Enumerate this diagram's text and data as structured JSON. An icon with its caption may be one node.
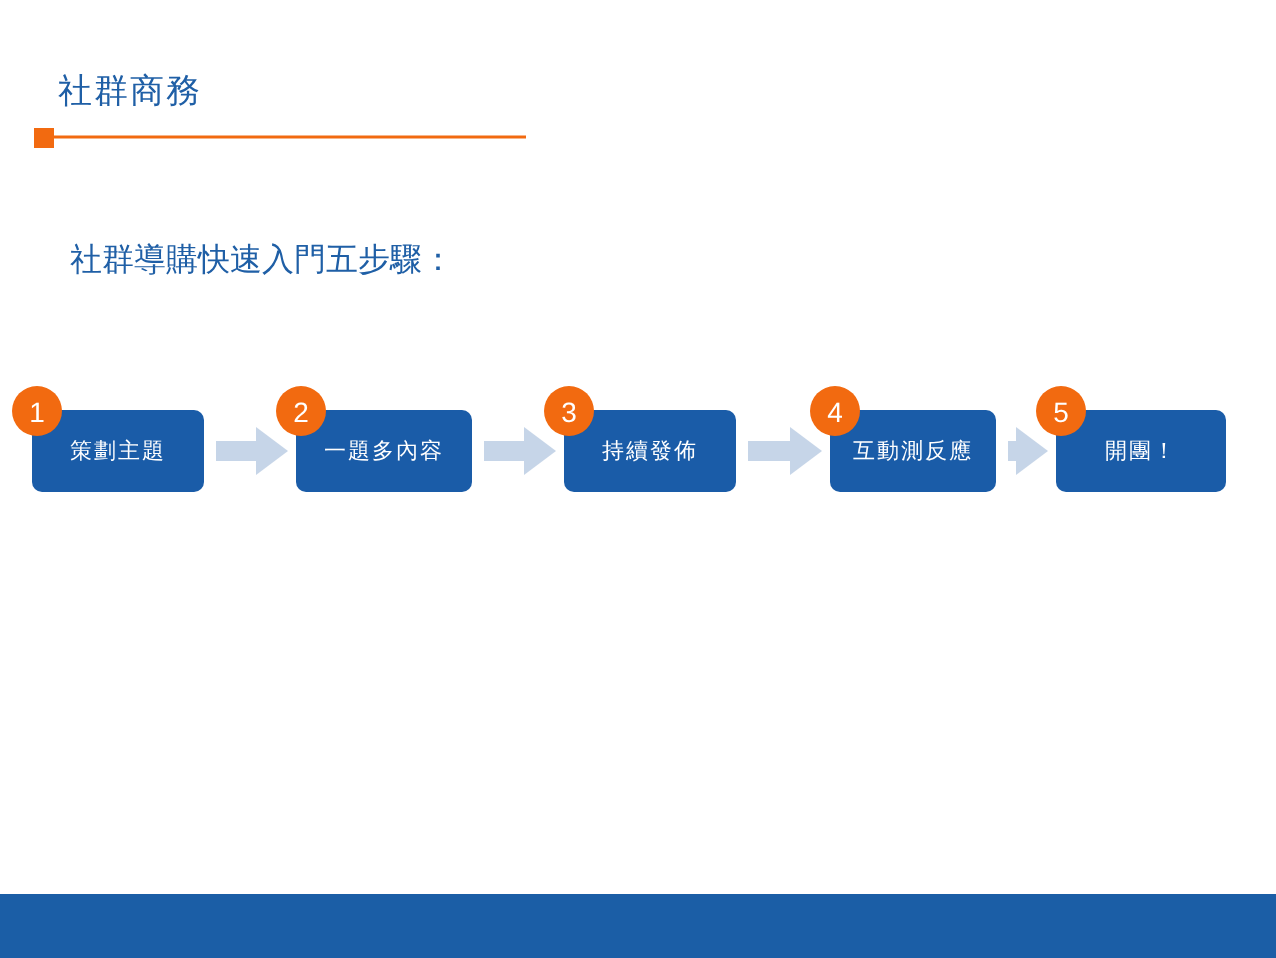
{
  "diagram": {
    "title": "社群商務",
    "nodes": [
      {
        "text": [
          "1"
        ]
      },
      {
        "text": [
          "策劃主題"
        ]
      },
      {
        "text": [
          "2"
        ]
      },
      {
        "text": [
          "一題多內容"
        ]
      },
      {
        "text": [
          "3"
        ]
      },
      {
        "text": [
          "持續發佈"
        ]
      },
      {
        "text": [
          "4"
        ]
      },
      {
        "text": [
          "互動測反應"
        ]
      },
      {
        "text": [
          "5"
        ]
      },
      {
        "text": [
          "開團！"
        ]
      }
    ],
    "edges": [
      {
        "from": 1,
        "to": 3,
        "arrow": "to"
      },
      {
        "from": 3,
        "to": 5,
        "arrow": "to"
      },
      {
        "from": 5,
        "to": 7,
        "arrow": "to"
      },
      {
        "from": 7,
        "to": 9,
        "arrow": "to"
      }
    ],
    "labels": [
      "社群導購快速入門五步驟："
    ]
  }
}
